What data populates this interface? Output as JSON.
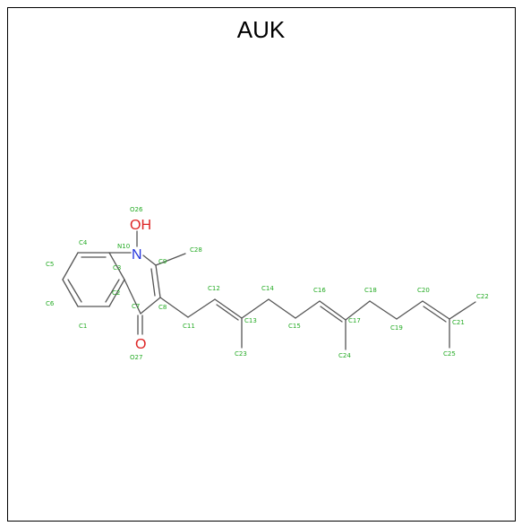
{
  "title": "AUK",
  "colors": {
    "bond": "#555555",
    "atom_label": "#22aa22",
    "nitrogen": "#2233dd",
    "oxygen": "#dd2222"
  },
  "heteroatoms": {
    "n": "N",
    "oh": "OH",
    "o": "O"
  },
  "atom_labels": {
    "c1": "C1",
    "c2": "C2",
    "c3": "C3",
    "c4": "C4",
    "c5": "C5",
    "c6": "C6",
    "c7": "C7",
    "c8": "C8",
    "c9": "C9",
    "n10": "N10",
    "c11": "C11",
    "c12": "C12",
    "c13": "C13",
    "c14": "C14",
    "c15": "C15",
    "c16": "C16",
    "c17": "C17",
    "c18": "C18",
    "c19": "C19",
    "c20": "C20",
    "c21": "C21",
    "c22": "C22",
    "c23": "C23",
    "c24": "C24",
    "c25": "C25",
    "o26": "O26",
    "o27": "O27",
    "c28": "C28"
  }
}
